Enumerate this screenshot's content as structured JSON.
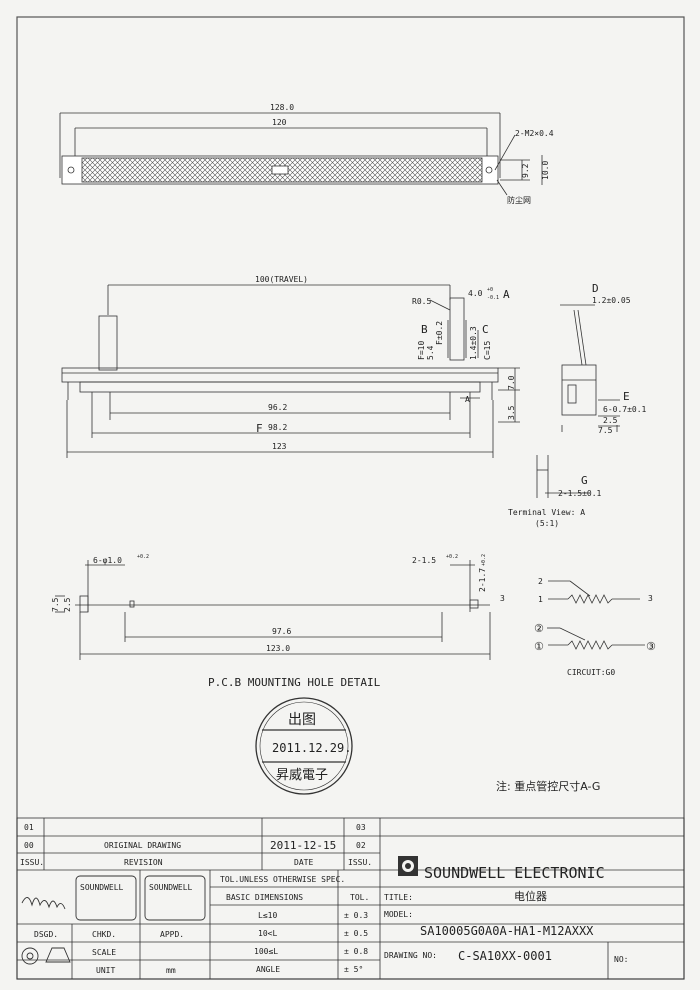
{
  "top_view": {
    "dim_overall": "128.0",
    "dim_holes": "120",
    "dim_thread": "2-M2×0.4",
    "dim_h1": "9.2",
    "dim_h2": "10.0",
    "note_cn": "防尘网"
  },
  "side_view": {
    "dim_travel": "100(TRAVEL)",
    "r": "R0.5",
    "a_tol": "4.0",
    "a_tol_sup": "+0",
    "a_tol_sub": "-0.1",
    "a_label": "A",
    "b_label": "B",
    "c_label": "C",
    "f_label": "F=10",
    "b_dim": "5.4",
    "b_dim2": "F±0.2",
    "c_dim": "1.4±0.3",
    "c_label2": "C=15",
    "dim_70": "7.0",
    "dim_35": "3.5",
    "dim_962": "96.2",
    "f_prefix": "F",
    "dim_982": "98.2",
    "dim_123": "123",
    "a_arrow": "A"
  },
  "terminal_view": {
    "d_label": "D",
    "d_dim": "1.2±0.05",
    "e_label": "E",
    "e_dim": "6-0.7±0.1",
    "dim_25": "2.5",
    "dim_75": "7.5",
    "g_label": "G",
    "g_dim": "2-1.5±0.1",
    "caption": "Terminal View: A",
    "scale": "(5:1)"
  },
  "pcb_view": {
    "holes_left": "6-φ1.0",
    "holes_left_tol": "+0.2",
    "holes_right": "2-1.5",
    "holes_right_tol": "+0.2",
    "dim_2_17": "2-1.7",
    "dim_2_17_tol": "+0.2",
    "dim_75": "7.5",
    "dim_25": "2.5",
    "dim_3": "3",
    "dim_976": "97.6",
    "dim_1230": "123.0",
    "caption": "P.C.B MOUNTING HOLE DETAIL"
  },
  "circuit": {
    "pin1": "1",
    "pin2": "2",
    "pin3": "3",
    "cpin1": "①",
    "cpin2": "②",
    "cpin3": "③",
    "caption": "CIRCUIT:G0"
  },
  "stamp": {
    "top": "出图",
    "date": "2011.12.29.",
    "bottom": "昇威電子"
  },
  "note": "注: 重点管控尺寸A-G",
  "title_block": {
    "rev_rows": [
      {
        "num": "01",
        "desc": "",
        "date": "",
        "code": "03"
      },
      {
        "num": "00",
        "desc": "ORIGINAL  DRAWING",
        "date": "2011-12-15",
        "code": "02"
      },
      {
        "num": "ISSU.",
        "desc": "REVISION",
        "date": "DATE",
        "code": "ISSU."
      }
    ],
    "company": "SOUNDWELL  ELECTRONIC",
    "tol_header": "TOL.UNLESS OTHERWISE SPEC.",
    "basic_dims": "BASIC DIMENSIONS",
    "tol_label": "TOL.",
    "tol_rows": [
      {
        "dim": "L≤10",
        "tol": "± 0.3"
      },
      {
        "dim": "10<L",
        "tol": "± 0.5"
      },
      {
        "dim": "100≤L",
        "tol": "± 0.8"
      },
      {
        "dim": "ANGLE",
        "tol": "± 5°"
      }
    ],
    "title_label": "TITLE:",
    "title_value": "电位器",
    "model_label": "MODEL:",
    "model_value": "SA10005G0A0A-HA1-M12AXXX",
    "drawing_label": "DRAWING NO:",
    "drawing_value": "C-SA10XX-0001",
    "no_label": "NO:",
    "dsgd": "DSGD.",
    "chkd": "CHKD.",
    "appd": "APPD.",
    "scale_label": "SCALE",
    "unit_label": "UNIT",
    "unit_value": "mm",
    "sig_stamp1": "SOUNDWELL",
    "sig_stamp2": "SOUNDWELL"
  }
}
